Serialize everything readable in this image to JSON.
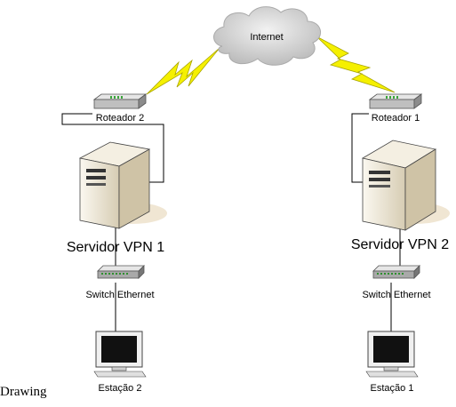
{
  "cloud": {
    "label": "Internet"
  },
  "routers": [
    {
      "label": "Roteador 2"
    },
    {
      "label": "Roteador 1"
    }
  ],
  "servers": [
    {
      "label": "Servidor VPN 1"
    },
    {
      "label": "Servidor VPN 2"
    }
  ],
  "switches": [
    {
      "label": "Switch Ethernet"
    },
    {
      "label": "Switch Ethernet"
    }
  ],
  "stations": [
    {
      "label": "Estação 2"
    },
    {
      "label": "Estação 1"
    }
  ],
  "caption": "Drawing",
  "colors": {
    "lightning": "#f5f000",
    "cloud": "#d9d9d9",
    "server_body": "#e8e1cf",
    "wire": "#000000"
  }
}
